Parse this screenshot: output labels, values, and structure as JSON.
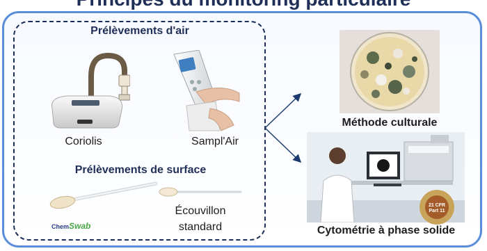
{
  "title": "Principes du monitoring particulaire",
  "air_section": {
    "heading": "Prélèvements d'air",
    "devices": [
      {
        "label": "Coriolis",
        "icon": "air-sampler-coriolis-icon"
      },
      {
        "label": "Sampl'Air",
        "icon": "handheld-sampler-icon"
      }
    ]
  },
  "surface_section": {
    "heading": "Prélèvements de surface",
    "swabs": [
      {
        "label": "ChemSwab",
        "icon": "chemswab-logo"
      },
      {
        "label_line1": "Écouvillon",
        "label_line2": "standard",
        "icon": "cotton-swab-icon"
      }
    ]
  },
  "methods": [
    {
      "caption": "Méthode culturale",
      "icon": "petri-dish-icon"
    },
    {
      "caption": "Cytométrie à phase solide",
      "icon": "lab-technician-icon",
      "seal_text": "21 CFR Part 11"
    }
  ],
  "colors": {
    "outer_border": "#5b8ed8",
    "inner_border": "#1b2d59",
    "heading": "#1f2f57",
    "arrow": "#1f3a6e"
  }
}
